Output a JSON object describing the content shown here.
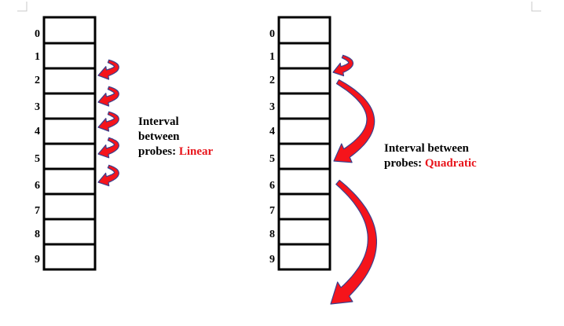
{
  "colors": {
    "arrow": "#f5141b",
    "arrow_outline": "#3b3f8c",
    "accent_text": "#e8141b"
  },
  "left_table": {
    "indices": [
      "0",
      "1",
      "2",
      "3",
      "4",
      "5",
      "6",
      "7",
      "8",
      "9"
    ],
    "caption": {
      "line1": "Interval",
      "line2": "between",
      "prefix": "probes: ",
      "kind": "Linear"
    }
  },
  "right_table": {
    "indices": [
      "0",
      "1",
      "2",
      "3",
      "4",
      "5",
      "6",
      "7",
      "8",
      "9"
    ],
    "caption": {
      "line1": "Interval between",
      "prefix": "probes: ",
      "kind": "Quadratic"
    }
  }
}
